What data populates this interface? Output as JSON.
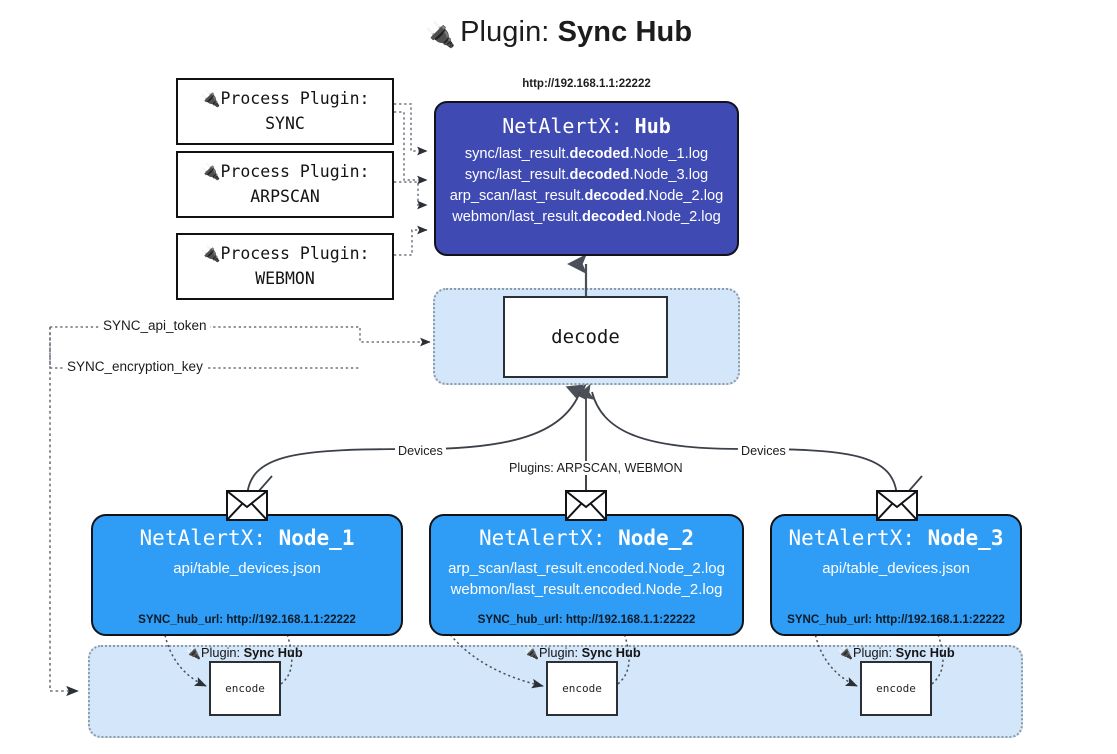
{
  "title": {
    "icon": "plug-icon",
    "prefix": "Plugin: ",
    "name": "Sync Hub"
  },
  "process_plugins": [
    {
      "icon": "plug-icon",
      "line1": "Process Plugin:",
      "line2": "SYNC"
    },
    {
      "icon": "plug-icon",
      "line1": "Process Plugin:",
      "line2": "ARPSCAN"
    },
    {
      "icon": "plug-icon",
      "line1": "Process Plugin:",
      "line2": "WEBMON"
    }
  ],
  "hub": {
    "url": "http://192.168.1.1:22222",
    "title_prefix": "NetAlertX: ",
    "title_name": "Hub",
    "lines": [
      {
        "pre": "sync/last_result.",
        "bold": "decoded",
        "post": ".Node_1.log"
      },
      {
        "pre": "sync/last_result.",
        "bold": "decoded",
        "post": ".Node_3.log"
      },
      {
        "pre": "arp_scan/last_result.",
        "bold": "decoded",
        "post": ".Node_2.log"
      },
      {
        "pre": "webmon/last_result.",
        "bold": "decoded",
        "post": ".Node_2.log"
      }
    ]
  },
  "decode": {
    "label": "decode"
  },
  "secrets": [
    {
      "label": "SYNC_api_token"
    },
    {
      "label": "SYNC_encryption_key"
    }
  ],
  "flow_labels": {
    "devices_left": "Devices",
    "devices_right": "Devices",
    "plugins_center": "Plugins: ARPSCAN, WEBMON"
  },
  "nodes": [
    {
      "title_prefix": "NetAlertX: ",
      "title_name": "Node_1",
      "lines": [
        "api/table_devices.json"
      ],
      "footer": "SYNC_hub_url: http://192.168.1.1:22222",
      "envelope_icon": "envelope-icon"
    },
    {
      "title_prefix": "NetAlertX: ",
      "title_name": "Node_2",
      "lines": [
        "arp_scan/last_result.encoded.Node_2.log",
        "webmon/last_result.encoded.Node_2.log"
      ],
      "footer": "SYNC_hub_url: http://192.168.1.1:22222",
      "envelope_icon": "envelope-icon"
    },
    {
      "title_prefix": "NetAlertX: ",
      "title_name": "Node_3",
      "lines": [
        "api/table_devices.json"
      ],
      "footer": "SYNC_hub_url: http://192.168.1.1:22222",
      "envelope_icon": "envelope-icon"
    }
  ],
  "encoders": [
    {
      "plugin_prefix": "Plugin: ",
      "plugin_name": "Sync Hub",
      "label": "encode",
      "icon": "plug-icon"
    },
    {
      "plugin_prefix": "Plugin: ",
      "plugin_name": "Sync Hub",
      "label": "encode",
      "icon": "plug-icon"
    },
    {
      "plugin_prefix": "Plugin: ",
      "plugin_name": "Sync Hub",
      "label": "encode",
      "icon": "plug-icon"
    }
  ],
  "colors": {
    "hub_fill": "#3f4bb3",
    "node_fill": "#2f9cf5",
    "group_fill": "#d4e7fa",
    "stroke": "#2b2f36",
    "canvas": "#ffffff"
  }
}
